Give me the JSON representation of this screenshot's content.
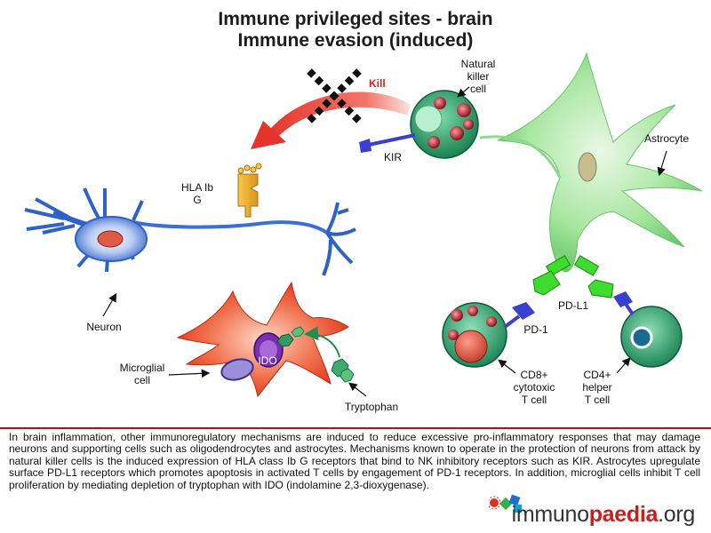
{
  "title": {
    "line1": "Immune privileged sites - brain",
    "line2": "Immune evasion (induced)"
  },
  "labels": {
    "kill": "Kill",
    "nk_line1": "Natural",
    "nk_line2": "killer",
    "nk_line3": "cell",
    "kir": "KIR",
    "astrocyte": "Astrocyte",
    "hla_line1": "HLA Ib",
    "hla_line2": "G",
    "neuron": "Neuron",
    "pdl1": "PD-L1",
    "pd1": "PD-1",
    "ido": "IDO",
    "microglial_line1": "Microglial",
    "microglial_line2": "cell",
    "tryptophan": "Tryptophan",
    "cd8_line1": "CD8+",
    "cd8_line2": "cytotoxic",
    "cd8_line3": "T cell",
    "cd4_line1": "CD4+",
    "cd4_line2": "helper",
    "cd4_line3": "T cell"
  },
  "caption": "In brain inflammation, other immunoregulatory mechanisms are induced to reduce excessive pro-inflammatory responses that may damage neurons and supporting cells such as oligodendrocytes and astrocytes. Mechanisms known to operate in the protection of neurons from attack by natural killer cells is the induced expression of HLA class Ib G receptors that bind to NK inhibitory receptors such as KIR. Astrocytes upregulate surface PD-L1 receptors which promotes apoptosis in activated T cells by engagement of PD-1 receptors. In addition, microglial cells inhibit T cell proliferation by mediating depletion of tryptophan with IDO (indolamine 2,3-dioxygenase).",
  "brand": {
    "part1": "immuno",
    "part2": "paedia",
    "part3": ".org"
  },
  "colors": {
    "astrocyte": "#7ed47e",
    "nk_cell": "#1f9a63",
    "neuron": "#2f62c8",
    "microglia": "#e2381c",
    "kill_arrow": "#e5352a",
    "kill_text": "#d8201e",
    "pdl1": "#3ddc2f",
    "pd1": "#3a3fd0",
    "hla": "#f2b21c",
    "divider": "#9a1d1d"
  }
}
